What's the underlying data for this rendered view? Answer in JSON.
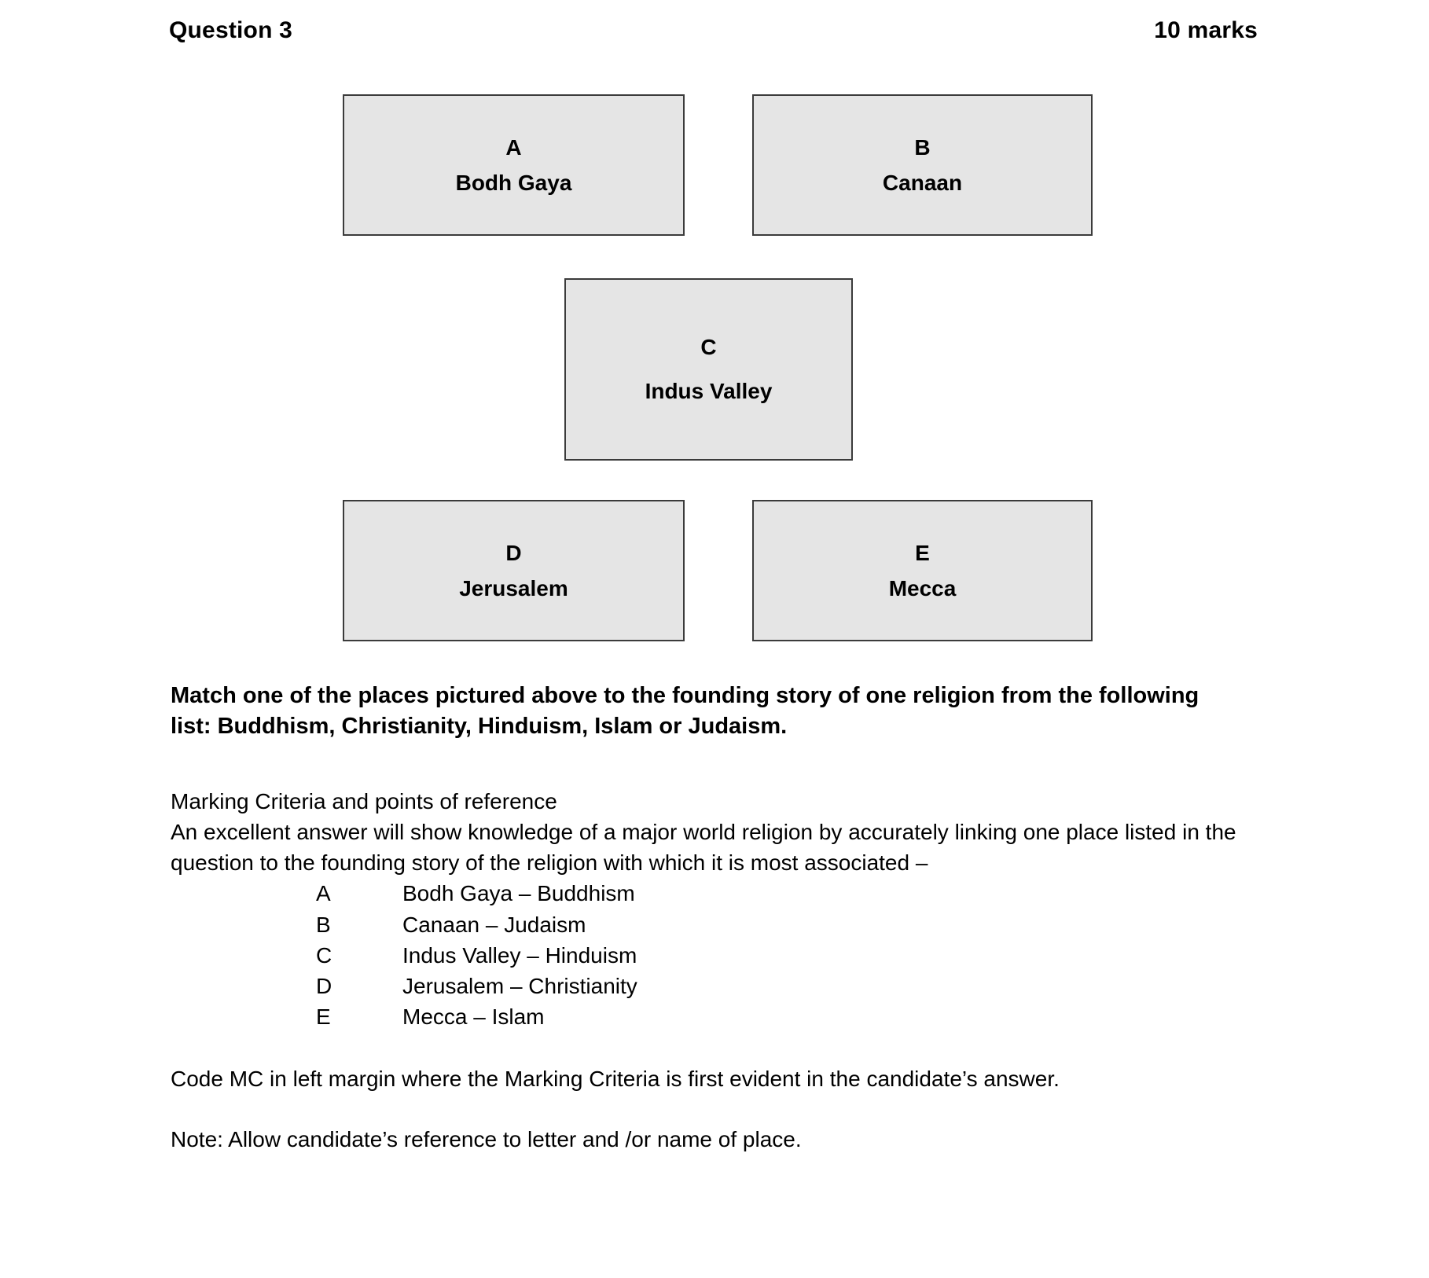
{
  "header": {
    "question_label": "Question 3",
    "marks_label": "10 marks"
  },
  "diagram": {
    "boxes": [
      {
        "id": "A",
        "letter": "A",
        "name": "Bodh Gaya"
      },
      {
        "id": "B",
        "letter": "B",
        "name": "Canaan"
      },
      {
        "id": "C",
        "letter": "C",
        "name": "Indus Valley"
      },
      {
        "id": "D",
        "letter": "D",
        "name": "Jerusalem"
      },
      {
        "id": "E",
        "letter": "E",
        "name": "Mecca"
      }
    ],
    "box_fill_color": "#e5e5e5",
    "box_border_color": "#3b3b3b"
  },
  "prompt": {
    "text": "Match one of the places pictured above to the founding story of one religion from the following list: Buddhism, Christianity, Hinduism, Islam or Judaism."
  },
  "marking": {
    "heading": "Marking Criteria and points of reference",
    "paragraph": "An excellent answer will show knowledge of a major world religion by accurately linking one place listed in the question to the founding story of the religion with which it is most associated –",
    "answers": [
      {
        "letter": "A",
        "text": "Bodh Gaya – Buddhism"
      },
      {
        "letter": "B",
        "text": "Canaan – Judaism"
      },
      {
        "letter": "C",
        "text": "Indus Valley – Hinduism"
      },
      {
        "letter": "D",
        "text": "Jerusalem – Christianity"
      },
      {
        "letter": "E",
        "text": "Mecca – Islam"
      }
    ],
    "code_note": "Code MC in left margin where the Marking Criteria is first evident in the candidate’s answer.",
    "allow_note": "Note: Allow candidate’s reference to letter and /or name of place."
  }
}
